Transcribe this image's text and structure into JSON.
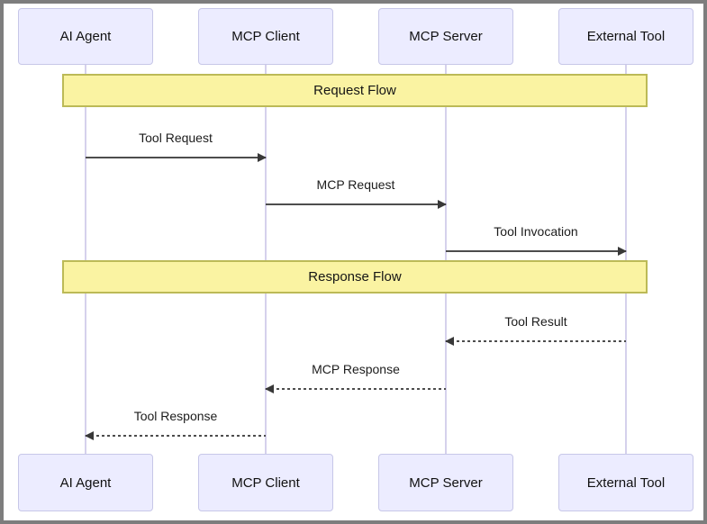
{
  "diagram": {
    "type": "sequence-diagram",
    "participants": [
      {
        "label": "AI Agent"
      },
      {
        "label": "MCP Client"
      },
      {
        "label": "MCP Server"
      },
      {
        "label": "External Tool"
      }
    ],
    "sections": [
      {
        "label": "Request Flow"
      },
      {
        "label": "Response Flow"
      }
    ],
    "messages": [
      {
        "label": "Tool Request",
        "from": "AI Agent",
        "to": "MCP Client",
        "line": "solid",
        "direction": "right"
      },
      {
        "label": "MCP Request",
        "from": "MCP Client",
        "to": "MCP Server",
        "line": "solid",
        "direction": "right"
      },
      {
        "label": "Tool Invocation",
        "from": "MCP Server",
        "to": "External Tool",
        "line": "solid",
        "direction": "right"
      },
      {
        "label": "Tool Result",
        "from": "External Tool",
        "to": "MCP Server",
        "line": "dotted",
        "direction": "left"
      },
      {
        "label": "MCP Response",
        "from": "MCP Server",
        "to": "MCP Client",
        "line": "dotted",
        "direction": "left"
      },
      {
        "label": "Tool Response",
        "from": "MCP Client",
        "to": "AI Agent",
        "line": "dotted",
        "direction": "left"
      }
    ],
    "colors": {
      "participant_fill": "#ececff",
      "participant_border": "#c7c7e8",
      "section_fill": "#faf3a2",
      "section_border": "#bcba57",
      "lifeline": "#d5d1ec",
      "arrow": "#4d4d4d",
      "frame_border": "#7d7d7d",
      "background": "#ffffff",
      "text": "#111111"
    }
  }
}
